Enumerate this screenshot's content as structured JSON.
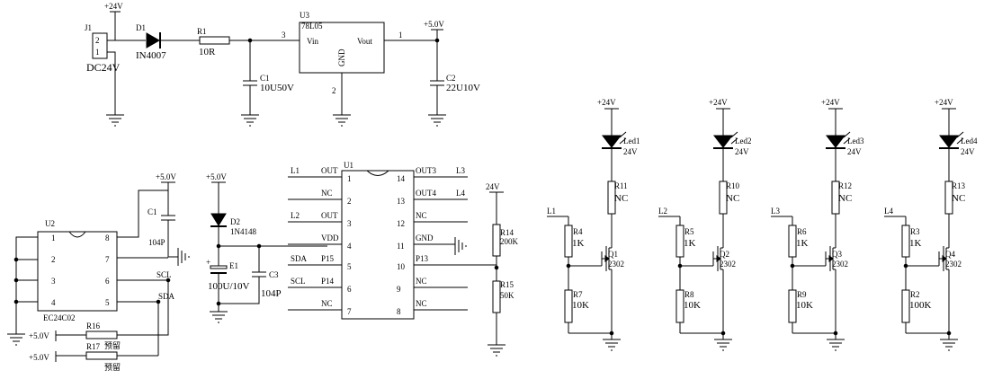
{
  "power": {
    "j1": "J1",
    "j1_pin2": "2",
    "j1_pin1": "1",
    "dc_label": "DC24V",
    "v24": "+24V",
    "d1": "D1",
    "d1_part": "IN4007",
    "r1": "R1",
    "r1_val": "10R",
    "u3": "U3",
    "u3_part": "78L05",
    "pin3": "3",
    "vin": "Vin",
    "vout": "Vout",
    "pin1": "1",
    "gnd": "GND",
    "pin2": "2",
    "v5": "+5.0V",
    "c1": "C1",
    "c1_val": "10U50V",
    "c2": "C2",
    "c2_val": "22U10V"
  },
  "eeprom": {
    "v5": "+5.0V",
    "c1": "C1",
    "c1_val": "104P",
    "u2": "U2",
    "part": "EC24C02",
    "pins": [
      "1",
      "2",
      "3",
      "4",
      "8",
      "7",
      "6",
      "5"
    ],
    "scl": "SCL",
    "sda": "SDA",
    "r16": "R16",
    "r17": "R17",
    "r16_val": "预留",
    "r17_val": "预留",
    "r16_v": "+5.0V",
    "r17_v": "+5.0V"
  },
  "mcu": {
    "v5": "+5.0V",
    "d2": "D2",
    "d2_part": "1N4148",
    "e1": "E1",
    "e1_plus": "+",
    "e1_val": "100U/10V",
    "c3": "C3",
    "c3_val": "104P",
    "u1": "U1",
    "left_pins": [
      {
        "net": "L1",
        "name": "OUT",
        "num": "1"
      },
      {
        "net": "",
        "name": "NC",
        "num": "2"
      },
      {
        "net": "L2",
        "name": "OUT",
        "num": "3"
      },
      {
        "net": "",
        "name": "VDD",
        "num": "4"
      },
      {
        "net": "SDA",
        "name": "P15",
        "num": "5"
      },
      {
        "net": "SCL",
        "name": "P14",
        "num": "6"
      },
      {
        "net": "",
        "name": "NC",
        "num": "7"
      }
    ],
    "right_pins": [
      {
        "num": "14",
        "name": "OUT3",
        "net": "L3"
      },
      {
        "num": "13",
        "name": "OUT4",
        "net": "L4"
      },
      {
        "num": "12",
        "name": "NC",
        "net": ""
      },
      {
        "num": "11",
        "name": "GND",
        "net": ""
      },
      {
        "num": "10",
        "name": "P13",
        "net": ""
      },
      {
        "num": "9",
        "name": "NC",
        "net": ""
      },
      {
        "num": "8",
        "name": "NC",
        "net": ""
      }
    ],
    "v24": "24V",
    "r14": "R14",
    "r14_val": "200K",
    "r15": "R15",
    "r15_val": "50K"
  },
  "channels": [
    {
      "v": "+24V",
      "led": "Led1",
      "led_v": "24V",
      "rtop": "R11",
      "rtop_val": "NC",
      "in": "L1",
      "rg": "R4",
      "rg_val": "1K",
      "q": "Q1",
      "q_part": "2302",
      "rb": "R7",
      "rb_val": "10K"
    },
    {
      "v": "+24V",
      "led": "Led2",
      "led_v": "24V",
      "rtop": "R10",
      "rtop_val": "NC",
      "in": "L2",
      "rg": "R5",
      "rg_val": "1K",
      "q": "Q2",
      "q_part": "2302",
      "rb": "R8",
      "rb_val": "10K"
    },
    {
      "v": "+24V",
      "led": "Led3",
      "led_v": "24V",
      "rtop": "R12",
      "rtop_val": "NC",
      "in": "L3",
      "rg": "R6",
      "rg_val": "1K",
      "q": "Q3",
      "q_part": "2302",
      "rb": "R9",
      "rb_val": "10K"
    },
    {
      "v": "+24V",
      "led": "Led4",
      "led_v": "24V",
      "rtop": "R13",
      "rtop_val": "NC",
      "in": "L4",
      "rg": "R3",
      "rg_val": "1K",
      "q": "Q4",
      "q_part": "2302",
      "rb": "R2",
      "rb_val": "100K"
    }
  ]
}
